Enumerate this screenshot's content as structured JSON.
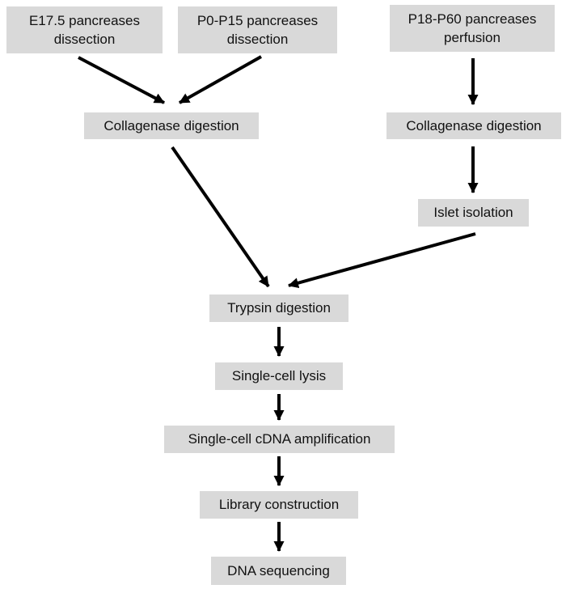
{
  "diagram": {
    "type": "flowchart",
    "description": "Single-cell DNA sequencing workflow for pancreas samples",
    "colors": {
      "background": "#ffffff",
      "box_fill": "#d9d9d9",
      "text": "#111111",
      "arrow": "#000000"
    },
    "nodes": {
      "e17_dissection": "E17.5 pancreases dissection",
      "p0_dissection": "P0-P15 pancreases dissection",
      "p18_perfusion": "P18-P60 pancreases perfusion",
      "collagenase_left": "Collagenase digestion",
      "collagenase_right": "Collagenase digestion",
      "islet_isolation": "Islet isolation",
      "trypsin": "Trypsin digestion",
      "lysis": "Single-cell lysis",
      "cdna": "Single-cell cDNA amplification",
      "library": "Library construction",
      "sequencing": "DNA sequencing"
    },
    "edges": [
      {
        "from": "e17_dissection",
        "to": "collagenase_left"
      },
      {
        "from": "p0_dissection",
        "to": "collagenase_left"
      },
      {
        "from": "p18_perfusion",
        "to": "collagenase_right"
      },
      {
        "from": "collagenase_right",
        "to": "islet_isolation"
      },
      {
        "from": "collagenase_left",
        "to": "trypsin"
      },
      {
        "from": "islet_isolation",
        "to": "trypsin"
      },
      {
        "from": "trypsin",
        "to": "lysis"
      },
      {
        "from": "lysis",
        "to": "cdna"
      },
      {
        "from": "cdna",
        "to": "library"
      },
      {
        "from": "library",
        "to": "sequencing"
      }
    ]
  }
}
